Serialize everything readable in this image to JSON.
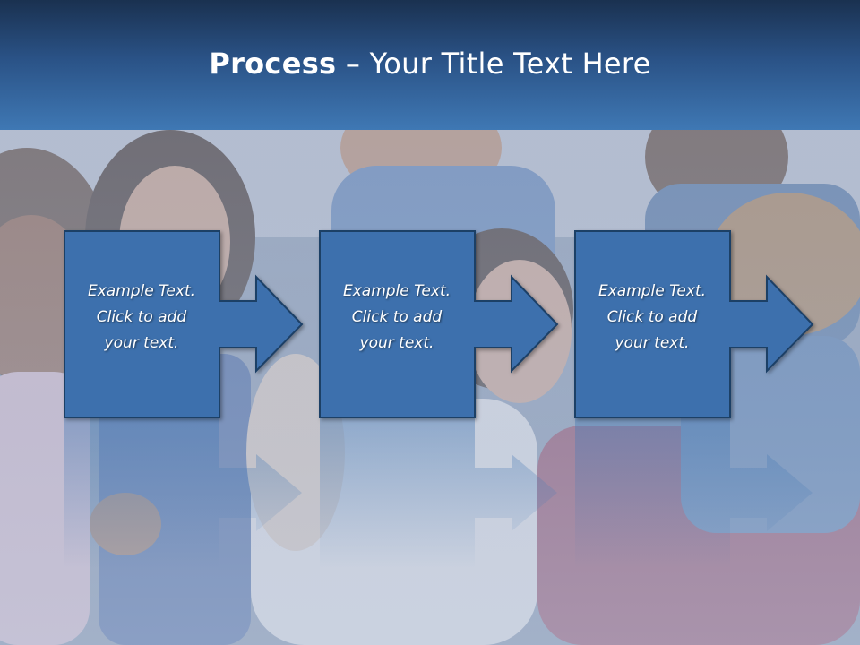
{
  "slide": {
    "title_bold": "Process",
    "title_rest": " – Your Title Text Here"
  },
  "steps": [
    {
      "lines": [
        "Example Text.",
        "Click  to add",
        "your text."
      ]
    },
    {
      "lines": [
        "Example Text.",
        "Click  to add",
        "your text."
      ]
    },
    {
      "lines": [
        "Example Text.",
        "Click  to add",
        "your text."
      ]
    }
  ],
  "colors": {
    "header_top": "#1a3150",
    "header_bottom": "#3f78b4",
    "box_fill": "#3c70ad",
    "box_stroke": "#1f3f66"
  }
}
